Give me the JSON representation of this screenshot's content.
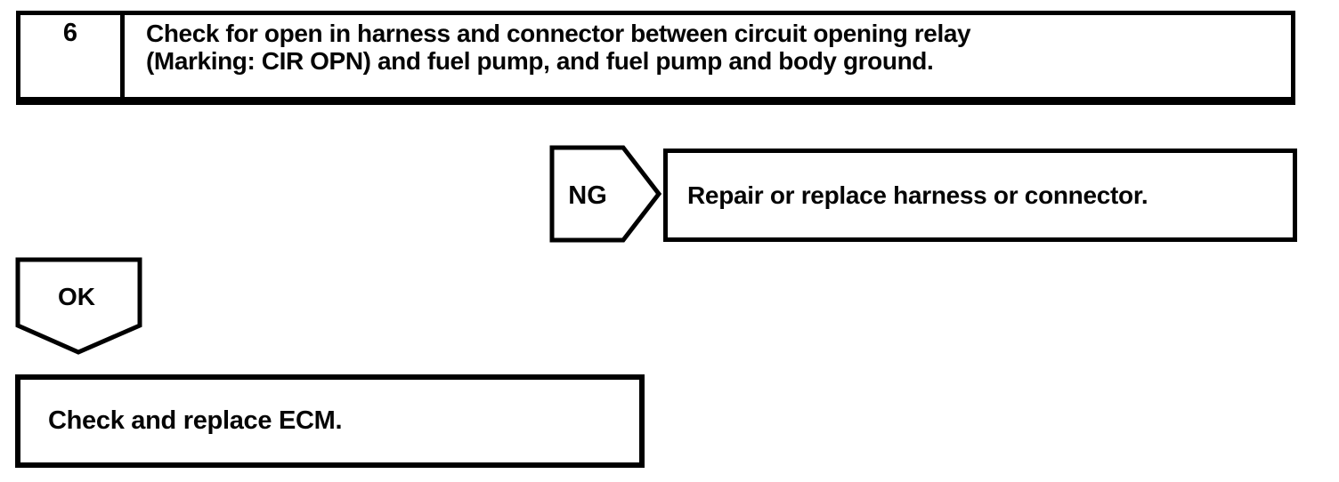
{
  "page": {
    "background": "#ffffff",
    "ink": "#000000"
  },
  "flowchart": {
    "step": {
      "number": "6",
      "lines": [
        "Check for open in harness and connector between circuit opening relay",
        "(Marking: CIR OPN) and fuel pump, and fuel pump and body ground."
      ]
    },
    "ng_branch": {
      "label": "NG",
      "action": "Repair or replace harness or connector."
    },
    "ok_branch": {
      "label": "OK",
      "action": "Check and replace ECM."
    }
  }
}
